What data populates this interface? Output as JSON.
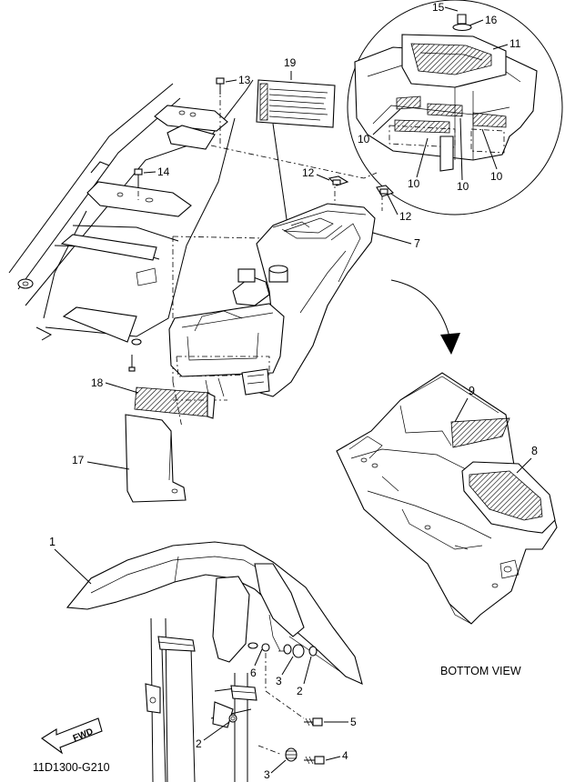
{
  "diagram_id": "11D1300-G210",
  "view_caption": "BOTTOM VIEW",
  "fwd_label": "FWD",
  "callouts": [
    {
      "id": "1",
      "name": "front-fender"
    },
    {
      "id": "2",
      "name": "collar-a"
    },
    {
      "id": "2",
      "name": "collar-b"
    },
    {
      "id": "2",
      "name": "collar-c"
    },
    {
      "id": "3",
      "name": "grommet-a"
    },
    {
      "id": "3",
      "name": "grommet-b"
    },
    {
      "id": "4",
      "name": "bolt-4"
    },
    {
      "id": "5",
      "name": "bolt-5"
    },
    {
      "id": "6",
      "name": "bolt-6"
    },
    {
      "id": "7",
      "name": "rear-fender"
    },
    {
      "id": "8",
      "name": "box-8"
    },
    {
      "id": "9",
      "name": "cover-9"
    },
    {
      "id": "10",
      "name": "damper-a"
    },
    {
      "id": "10",
      "name": "damper-b"
    },
    {
      "id": "10",
      "name": "damper-c"
    },
    {
      "id": "10",
      "name": "damper-d"
    },
    {
      "id": "10",
      "name": "damper-e"
    },
    {
      "id": "11",
      "name": "battery-box-cover"
    },
    {
      "id": "12",
      "name": "nut-a"
    },
    {
      "id": "12",
      "name": "nut-b"
    },
    {
      "id": "13",
      "name": "bolt-13"
    },
    {
      "id": "14",
      "name": "bolt-14"
    },
    {
      "id": "15",
      "name": "bolt-15"
    },
    {
      "id": "16",
      "name": "washer-16"
    },
    {
      "id": "17",
      "name": "mud-flap"
    },
    {
      "id": "18",
      "name": "damper-18"
    },
    {
      "id": "19",
      "name": "label-19"
    }
  ]
}
